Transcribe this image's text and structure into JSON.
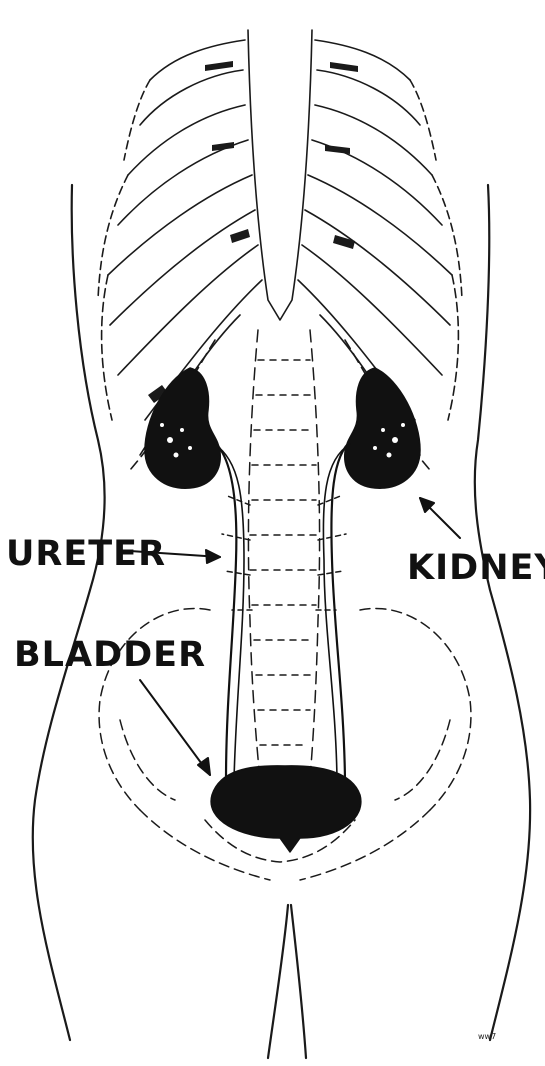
{
  "labels": {
    "ureter": "URETER",
    "kidney": "KIDNEY",
    "bladder": "BLADDER"
  },
  "artist_mark": "ww7",
  "colors": {
    "ink": "#111111",
    "background": "#ffffff"
  }
}
